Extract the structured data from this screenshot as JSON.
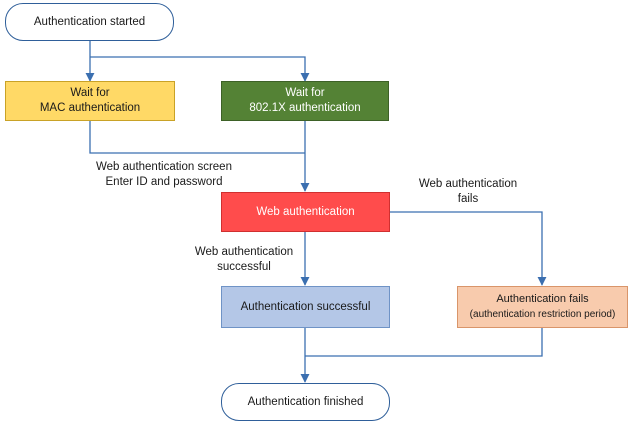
{
  "colors": {
    "line": "#3b6fb0",
    "mac_fill": "#ffd966",
    "dot1x_fill": "#548235",
    "web_fill": "#ff4c4c",
    "success_fill": "#b4c7e7",
    "fail_fill": "#f8cbad"
  },
  "nodes": {
    "start": "Authentication started",
    "mac": [
      "Wait for",
      "MAC authentication"
    ],
    "dot1x": [
      "Wait for",
      "802.1X authentication"
    ],
    "web": "Web authentication",
    "success": "Authentication successful",
    "fails": [
      "Authentication fails",
      "(authentication restriction period)"
    ],
    "finished": "Authentication finished"
  },
  "edge_labels": {
    "screen": [
      "Web authentication screen",
      "Enter ID and password"
    ],
    "web_fails": [
      "Web authentication",
      "fails"
    ],
    "web_success": [
      "Web authentication",
      "successful"
    ]
  }
}
